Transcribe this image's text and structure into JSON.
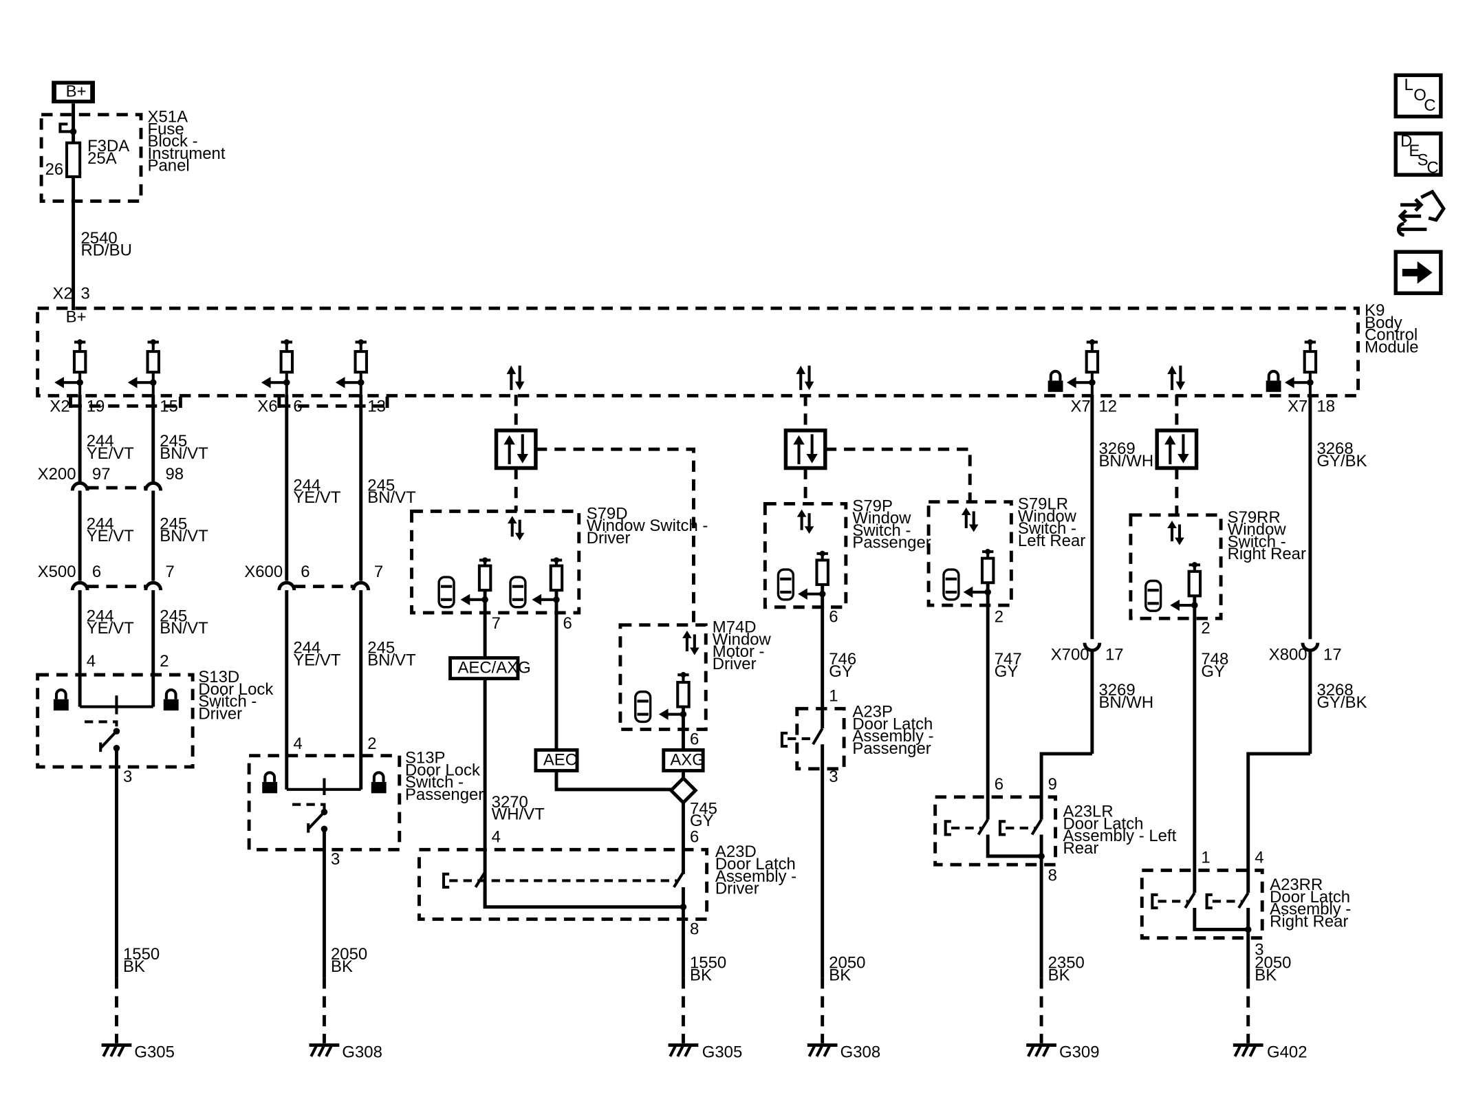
{
  "power": {
    "label": "B+"
  },
  "fuse_block": {
    "title_lines": [
      "X51A",
      "Fuse",
      "Block -",
      "Instrument",
      "Panel"
    ],
    "fuse_name": "F3DA",
    "fuse_rating": "25A",
    "pin": "26"
  },
  "feed_wire": {
    "circuit": "2540",
    "color": "RD/BU"
  },
  "bcm": {
    "connector": "X2",
    "pin": "3",
    "bplus": "B+",
    "title_lines": [
      "K9",
      "Body",
      "Control",
      "Module"
    ]
  },
  "bcm_pins": {
    "x2_conn": "X2",
    "x2_a": "19",
    "x2_b": "15",
    "x6_conn": "X6",
    "x6_a": "6",
    "x6_b": "13",
    "x7a_conn": "X7",
    "x7a_pin": "12",
    "x7b_conn": "X7",
    "x7b_pin": "18"
  },
  "wires": {
    "w244": "244",
    "w245": "245",
    "yevt": "YE/VT",
    "bnvt": "BN/VT",
    "w3269": "3269",
    "bnwh": "BN/WH",
    "w3268": "3268",
    "gybk": "GY/BK",
    "w746": "746",
    "w747": "747",
    "w748": "748",
    "w745": "745",
    "gy": "GY",
    "w3270": "3270",
    "whvt": "WH/VT",
    "w1550": "1550",
    "w2050": "2050",
    "w2350": "2350",
    "bk": "BK"
  },
  "inline_connectors": {
    "x200": "X200",
    "x200_a": "97",
    "x200_b": "98",
    "x500": "X500",
    "x500_a": "6",
    "x500_b": "7",
    "x600": "X600",
    "x600_a": "6",
    "x600_b": "7",
    "x700": "X700",
    "x700_pin": "17",
    "x800": "X800",
    "x800_pin": "17"
  },
  "components": {
    "s13d": {
      "title_lines": [
        "S13D",
        "Door Lock",
        "Switch -",
        "Driver"
      ],
      "pin_a": "4",
      "pin_b": "2",
      "pin_out": "3"
    },
    "s13p": {
      "title_lines": [
        "S13P",
        "Door Lock",
        "Switch -",
        "Passenger"
      ],
      "pin_a": "4",
      "pin_b": "2",
      "pin_out": "3"
    },
    "s79d": {
      "title_lines": [
        "S79D",
        "Window Switch -",
        "Driver"
      ],
      "pin_a": "7",
      "pin_b": "6"
    },
    "m74d": {
      "title_lines": [
        "M74D",
        "Window",
        "Motor -",
        "Driver"
      ],
      "pin": "6"
    },
    "s79p": {
      "title_lines": [
        "S79P",
        "Window",
        "Switch -",
        "Passenger"
      ],
      "pin": "6"
    },
    "s79lr": {
      "title_lines": [
        "S79LR",
        "Window",
        "Switch -",
        "Left Rear"
      ],
      "pin": "2"
    },
    "s79rr": {
      "title_lines": [
        "S79RR",
        "Window",
        "Switch -",
        "Right Rear"
      ],
      "pin": "2"
    },
    "a23d": {
      "title_lines": [
        "A23D",
        "Door Latch",
        "Assembly -",
        "Driver"
      ],
      "pin_a": "4",
      "pin_b": "6",
      "pin_out": "8"
    },
    "a23p": {
      "title_lines": [
        "A23P",
        "Door Latch",
        "Assembly -",
        "Passenger"
      ],
      "pin_in": "1",
      "pin_out": "3"
    },
    "a23lr": {
      "title_lines": [
        "A23LR",
        "Door Latch",
        "Assembly - Left",
        "Rear"
      ],
      "pin_a": "6",
      "pin_b": "9",
      "pin_out": "8"
    },
    "a23rr": {
      "title_lines": [
        "A23RR",
        "Door Latch",
        "Assembly -",
        "Right Rear"
      ],
      "pin_a": "1",
      "pin_b": "4",
      "pin_out": "3"
    }
  },
  "options": {
    "aec_axg": "AEC/AXG",
    "aec": "AEC",
    "axg": "AXG"
  },
  "grounds": {
    "g1": "G305",
    "g2": "G308",
    "g3": "G305",
    "g4": "G308",
    "g5": "G309",
    "g6": "G402"
  },
  "nav": {
    "loc": [
      "L",
      "O",
      "C"
    ],
    "desc": [
      "D",
      "E",
      "S",
      "C"
    ]
  }
}
